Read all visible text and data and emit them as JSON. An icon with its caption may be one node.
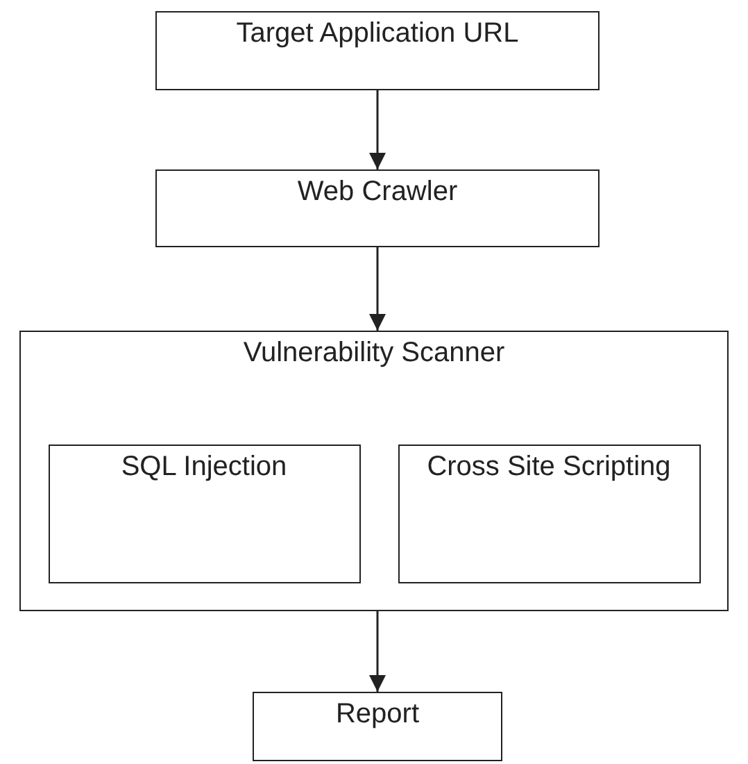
{
  "diagram": {
    "nodes": [
      {
        "text": [
          "Target Application URL"
        ]
      },
      {
        "text": [
          "Web Crawler"
        ]
      },
      {
        "text": [
          "Vulnerability Scanner"
        ]
      },
      {
        "text": [
          "SQL Injection"
        ],
        "in": 2
      },
      {
        "text": [
          "Cross Site Scripting"
        ],
        "in": 2
      },
      {
        "text": [
          "Report"
        ]
      }
    ],
    "edges": [
      {
        "from": 0,
        "to": 1,
        "arrow": "to"
      },
      {
        "from": 1,
        "to": 2,
        "arrow": "to"
      },
      {
        "from": 2,
        "to": 5,
        "arrow": "to"
      }
    ]
  }
}
